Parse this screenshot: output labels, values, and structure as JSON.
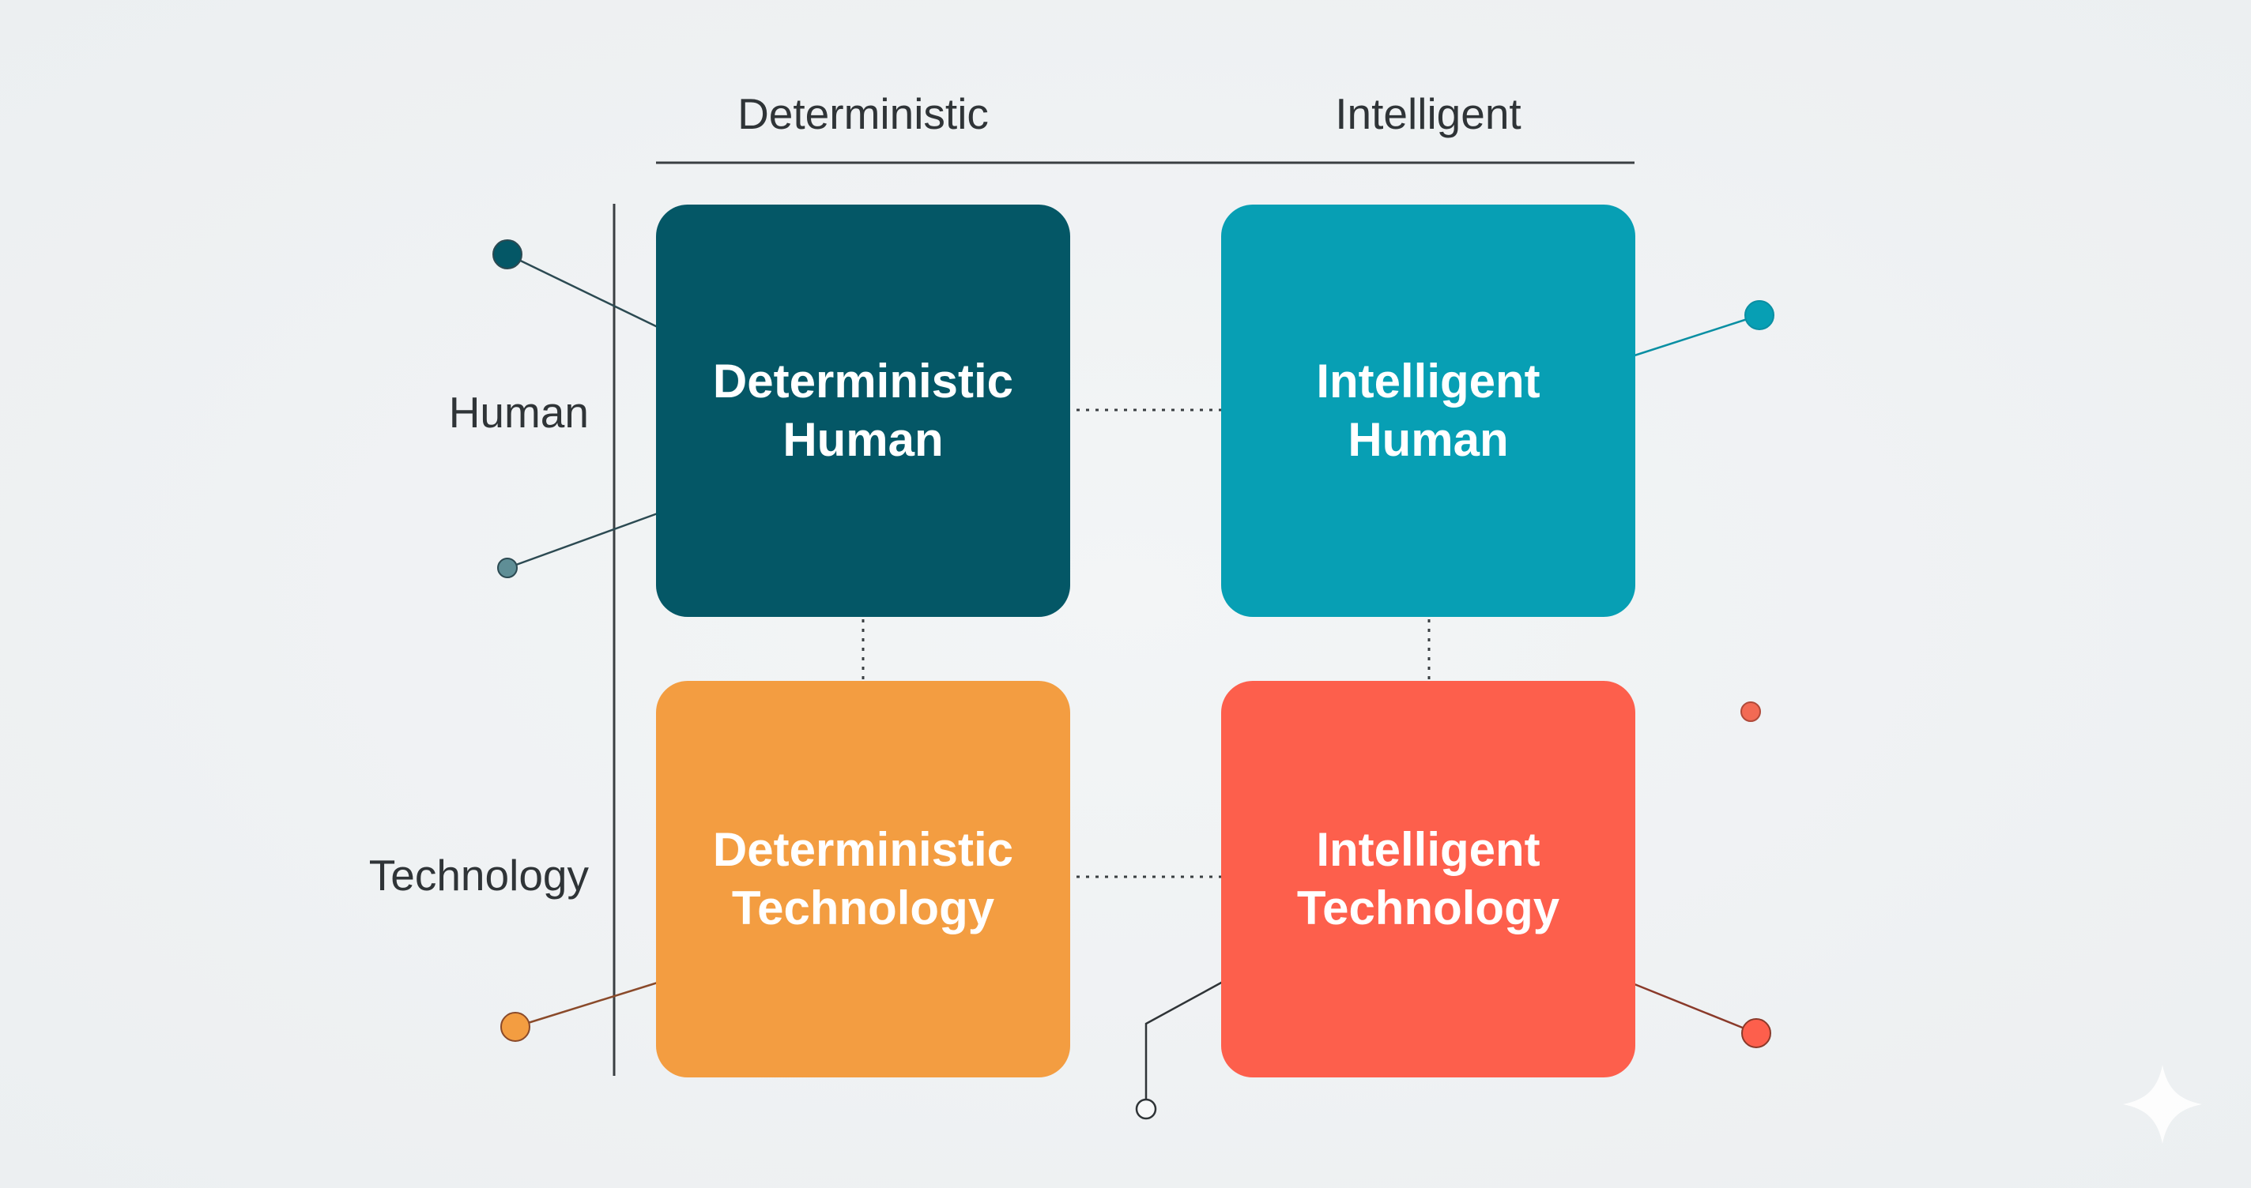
{
  "columns": {
    "left": "Deterministic",
    "right": "Intelligent"
  },
  "rows": {
    "top": "Human",
    "bottom": "Technology"
  },
  "quadrants": {
    "deterministic_human": {
      "line1": "Deterministic",
      "line2": "Human",
      "color": "#045766"
    },
    "intelligent_human": {
      "line1": "Intelligent",
      "line2": "Human",
      "color": "#079fb4"
    },
    "deterministic_technology": {
      "line1": "Deterministic",
      "line2": "Technology",
      "color": "#f39d41"
    },
    "intelligent_technology": {
      "line1": "Intelligent",
      "line2": "Technology",
      "color": "#fd5f4c"
    }
  },
  "colors": {
    "text": "#2f3437",
    "axis": "#3a3f42",
    "background": "#eef1f3"
  }
}
